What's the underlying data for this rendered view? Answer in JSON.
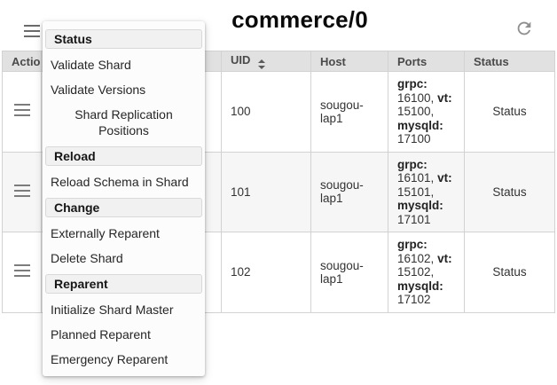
{
  "colors": {
    "header_bg": "#e1e1e1",
    "table_border": "#d2d2d2",
    "zebra_row_bg": "#f6f6f6",
    "menu_bg": "#fcfcfc",
    "menu_header_bg": "#f1f1f1",
    "icon_gray": "#7c7c7c"
  },
  "topbar": {
    "title": "commerce/0"
  },
  "table": {
    "headers": {
      "action": "Action",
      "hidden": "",
      "uid": "UID",
      "host": "Host",
      "ports": "Ports",
      "status": "Status"
    },
    "rows": [
      {
        "uid": "100",
        "host": "sougou-lap1",
        "ports": [
          {
            "label": "grpc:",
            "value": "16100,"
          },
          {
            "label": "vt:",
            "value": "15100,"
          },
          {
            "label": "mysqld:",
            "value": "17100"
          }
        ],
        "status": "Status"
      },
      {
        "uid": "101",
        "host": "sougou-lap1",
        "ports": [
          {
            "label": "grpc:",
            "value": "16101,"
          },
          {
            "label": "vt:",
            "value": "15101,"
          },
          {
            "label": "mysqld:",
            "value": "17101"
          }
        ],
        "status": "Status"
      },
      {
        "uid": "102",
        "host": "sougou-lap1",
        "ports": [
          {
            "label": "grpc:",
            "value": "16102,"
          },
          {
            "label": "vt:",
            "value": "15102,"
          },
          {
            "label": "mysqld:",
            "value": "17102"
          }
        ],
        "status": "Status"
      }
    ]
  },
  "menu": {
    "sections": [
      {
        "header": "Status",
        "items": [
          "Validate Shard",
          "Validate Versions",
          "Shard Replication Positions"
        ]
      },
      {
        "header": "Reload",
        "items": [
          "Reload Schema in Shard"
        ]
      },
      {
        "header": "Change",
        "items": [
          "Externally Reparent",
          "Delete Shard"
        ]
      },
      {
        "header": "Reparent",
        "items": [
          "Initialize Shard Master",
          "Planned Reparent",
          "Emergency Reparent"
        ]
      }
    ]
  }
}
